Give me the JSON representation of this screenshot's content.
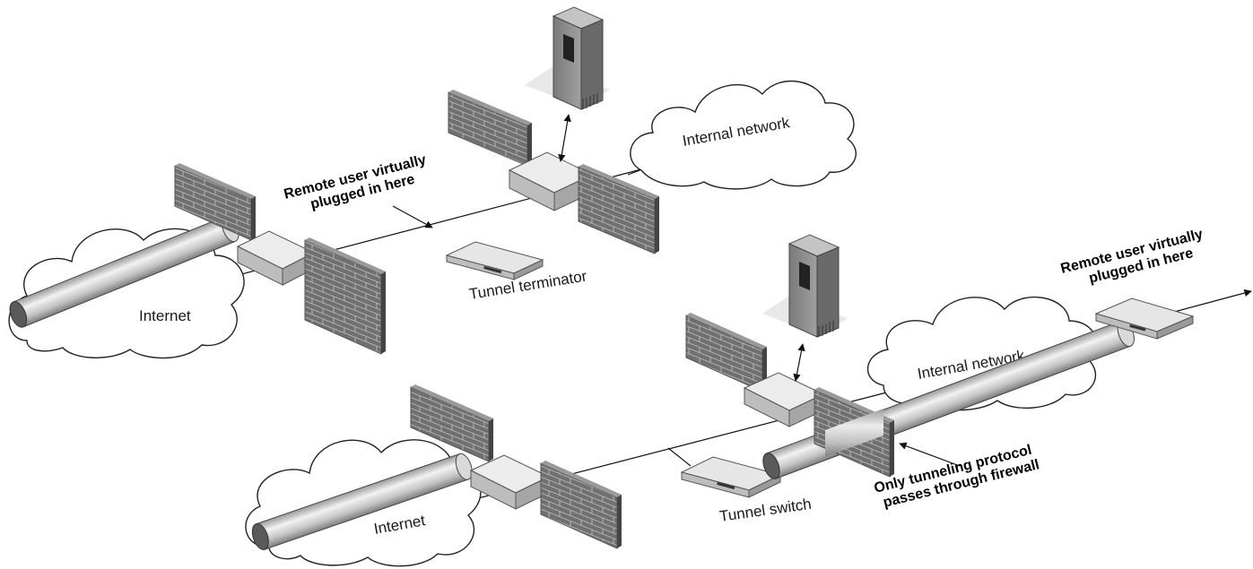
{
  "top": {
    "internet_label": "Internet",
    "internal_label": "Internal network",
    "terminator_label": "Tunnel terminator",
    "callout": [
      "Remote user virtually",
      "plugged in here"
    ]
  },
  "bottom": {
    "internet_label": "Internet",
    "internal_label": "Internal network",
    "switch_label": "Tunnel switch",
    "callout": [
      "Remote user virtually",
      "plugged in here"
    ],
    "firewall_note": [
      "Only tunneling protocol",
      "passes through firewall"
    ]
  },
  "colors": {
    "brick": "#6f6f6f",
    "device_top": "#e6e6e6",
    "server": "#8c8c8c",
    "tunnel": "#c8c8c8"
  }
}
